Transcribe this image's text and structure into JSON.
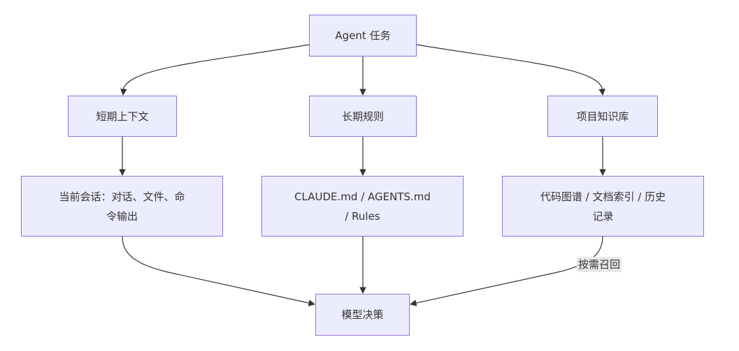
{
  "diagram": {
    "nodes": {
      "task": {
        "label": "Agent 任务"
      },
      "short": {
        "label": "短期上下文"
      },
      "long": {
        "label": "长期规则"
      },
      "kb": {
        "label": "项目知识库"
      },
      "session": {
        "line1": "当前会话：对话、文件、命",
        "line2": "令输出"
      },
      "rules": {
        "line1": "CLAUDE.md / AGENTS.md",
        "line2": "/ Rules"
      },
      "code": {
        "line1": "代码图谱 / 文档索引 / 历史",
        "line2": "记录"
      },
      "model": {
        "label": "模型决策"
      }
    },
    "edges": [
      {
        "from": "task",
        "to": "short"
      },
      {
        "from": "task",
        "to": "long"
      },
      {
        "from": "task",
        "to": "kb"
      },
      {
        "from": "short",
        "to": "session"
      },
      {
        "from": "long",
        "to": "rules"
      },
      {
        "from": "kb",
        "to": "code"
      },
      {
        "from": "session",
        "to": "model"
      },
      {
        "from": "rules",
        "to": "model"
      },
      {
        "from": "code",
        "to": "model",
        "label": "按需召回"
      }
    ],
    "colors": {
      "node_fill": "#ececff",
      "node_border": "#9370db",
      "edge": "#333333",
      "label_bg": "#e8e8e8",
      "text": "#333333"
    }
  }
}
